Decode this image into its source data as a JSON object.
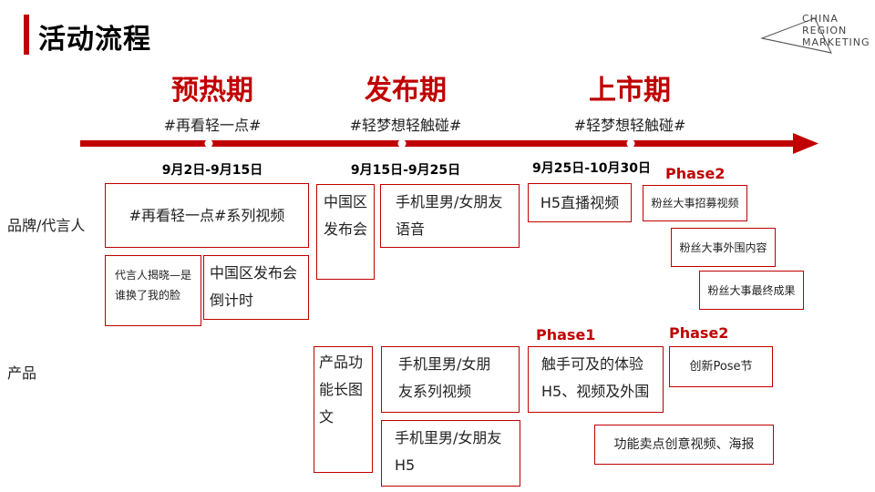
{
  "header": {
    "title": "活动流程"
  },
  "logo": {
    "line1": "CHINA",
    "line2": "REGION",
    "line3": "MARKETING"
  },
  "colors": {
    "accent": "#c00000"
  },
  "phases": [
    {
      "name": "预热期",
      "hashtag": "#再看轻一点#",
      "date": "9月2日-9月15日"
    },
    {
      "name": "发布期",
      "hashtag": "#轻梦想轻触碰#",
      "date": "9月15日-9月25日"
    },
    {
      "name": "上市期",
      "hashtag": "#轻梦想轻触碰#",
      "date": "9月25日-10月30日"
    }
  ],
  "rows": {
    "brand": "品牌/代言人",
    "product": "产品"
  },
  "boxes": {
    "brand_video_series": "#再看轻一点#系列视频",
    "spokesperson_reveal": "代言人揭晓—是谁换了我的脸",
    "cn_launch_countdown": "中国区发布会倒计时",
    "cn_launch_event": "中国区发布会",
    "phone_voice": "手机里男/女朋友语音",
    "h5_live": "H5直播视频",
    "fan_recruit": "粉丝大事招募视频",
    "fan_external": "粉丝大事外围内容",
    "fan_final": "粉丝大事最终成果",
    "product_long_image": "产品功能长图文",
    "phone_video_series": "手机里男/女朋友系列视频",
    "phone_h5": "手机里男/女朋友H5",
    "touch_experience": "触手可及的体验H5、视频及外围",
    "pose_festival": "创新Pose节",
    "feature_video": "功能卖点创意视频、海报"
  },
  "phase_tags": {
    "brand_phase2": "Phase2",
    "product_phase1": "Phase1",
    "product_phase2": "Phase2"
  }
}
